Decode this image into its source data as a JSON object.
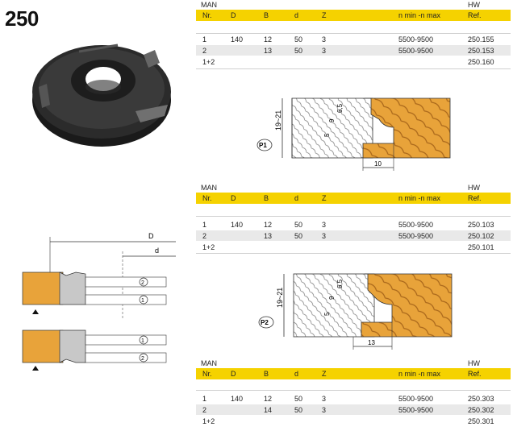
{
  "page_number": "250",
  "tables": [
    {
      "manufacturer": "MAN",
      "material": "HW",
      "headers": [
        "Nr.",
        "D",
        "B",
        "d",
        "Z",
        "n min -n max",
        "Ref."
      ],
      "rows": [
        [
          "1",
          "140",
          "12",
          "50",
          "3",
          "5500-9500",
          "250.155"
        ],
        [
          "2",
          "",
          "13",
          "50",
          "3",
          "5500-9500",
          "250.153"
        ],
        [
          "1+2",
          "",
          "",
          "",
          "",
          "",
          "250.160"
        ]
      ]
    },
    {
      "manufacturer": "MAN",
      "material": "HW",
      "headers": [
        "Nr.",
        "D",
        "B",
        "d",
        "Z",
        "n min -n max",
        "Ref."
      ],
      "rows": [
        [
          "1",
          "140",
          "12",
          "50",
          "3",
          "5500-9500",
          "250.103"
        ],
        [
          "2",
          "",
          "13",
          "50",
          "3",
          "5500-9500",
          "250.102"
        ],
        [
          "1+2",
          "",
          "",
          "",
          "",
          "",
          "250.101"
        ]
      ]
    },
    {
      "manufacturer": "MAN",
      "material": "HW",
      "headers": [
        "Nr.",
        "D",
        "B",
        "d",
        "Z",
        "n min -n max",
        "Ref."
      ],
      "rows": [
        [
          "1",
          "140",
          "12",
          "50",
          "3",
          "5500-9500",
          "250.303"
        ],
        [
          "2",
          "",
          "14",
          "50",
          "3",
          "5500-9500",
          "250.302"
        ],
        [
          "1+2",
          "",
          "",
          "",
          "",
          "",
          "250.301"
        ]
      ]
    }
  ],
  "profile_p1": {
    "label": "P1",
    "height": "19~21",
    "dim_9": "9",
    "dim_65": "6,5",
    "dim_5": "5",
    "width": "10"
  },
  "profile_p2": {
    "label": "P2",
    "height": "19~21",
    "dim_9": "9",
    "dim_65": "6,5",
    "dim_5": "5",
    "width": "13"
  },
  "section_diagram": {
    "D": "D",
    "d": "d",
    "cutter_2_top": "2",
    "cutter_1_top": "1",
    "cutter_1_bottom": "1",
    "cutter_2_bottom": "2"
  },
  "colors": {
    "header_yellow": "#f5d200",
    "wood_orange": "#e8a33a",
    "row_grey": "#e9e9e9"
  }
}
